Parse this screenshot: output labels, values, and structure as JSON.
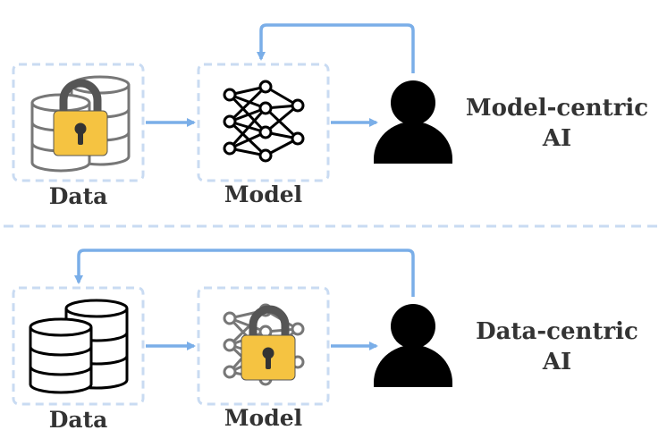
{
  "colors": {
    "dash": "#c9dbf2",
    "arrow": "#7aaee8",
    "lock": "#f5c341",
    "black": "#000000",
    "gray": "#777777",
    "text": "#333333"
  },
  "model_centric": {
    "title_line1": "Model-centric",
    "title_line2": "AI",
    "data_label": "Data",
    "model_label": "Model",
    "locked_icon": "database-icon",
    "lock_on": "data"
  },
  "data_centric": {
    "title_line1": "Data-centric",
    "title_line2": "AI",
    "data_label": "Data",
    "model_label": "Model",
    "locked_icon": "neural-network-icon",
    "lock_on": "model"
  }
}
